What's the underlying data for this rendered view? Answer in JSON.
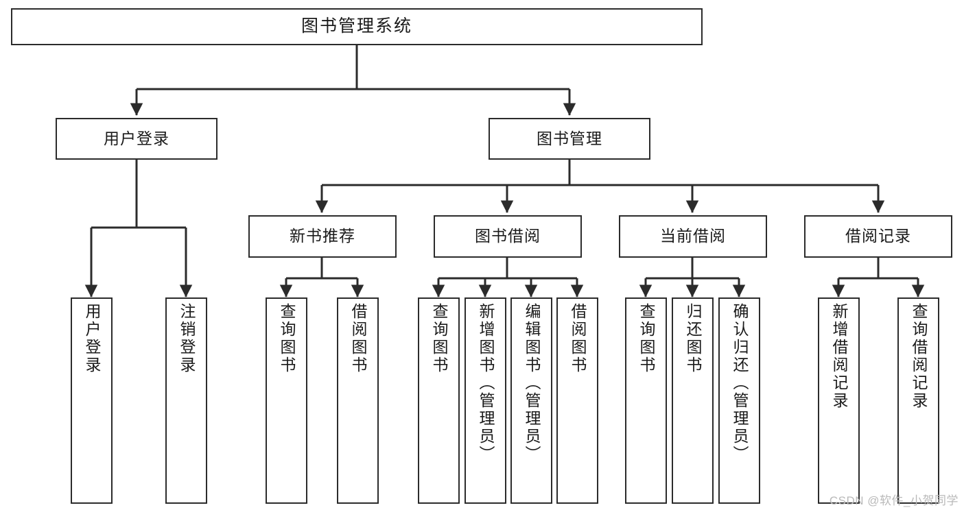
{
  "diagram": {
    "title": "图书管理系统",
    "type": "tree-hierarchy-chart",
    "colors": {
      "box_border": "#2b2b2b",
      "box_fill": "#ffffff",
      "edge": "#2b2b2b",
      "text": "#1a1a1a",
      "watermark": "#b9b9b9",
      "background": "#ffffff"
    }
  },
  "nodes": {
    "root": {
      "label": "图书管理系统"
    },
    "level2": [
      {
        "id": "user-login",
        "label": "用户登录"
      },
      {
        "id": "book-manage",
        "label": "图书管理"
      }
    ],
    "level3": [
      {
        "id": "new-book-recommend",
        "label": "新书推荐"
      },
      {
        "id": "book-borrow",
        "label": "图书借阅"
      },
      {
        "id": "current-borrow",
        "label": "当前借阅"
      },
      {
        "id": "borrow-record",
        "label": "借阅记录"
      }
    ],
    "leaves": {
      "user_login": [
        {
          "id": "leaf-user-login",
          "label": "用户登录"
        },
        {
          "id": "leaf-logout-login",
          "label": "注销登录"
        }
      ],
      "new_book_recommend": [
        {
          "id": "leaf-query-book-1",
          "label": "查询图书"
        },
        {
          "id": "leaf-borrow-book-1",
          "label": "借阅图书"
        }
      ],
      "book_borrow": [
        {
          "id": "leaf-query-book-2",
          "label": "查询图书"
        },
        {
          "id": "leaf-add-book-admin",
          "label": "新增图书（管理员）"
        },
        {
          "id": "leaf-edit-book-admin",
          "label": "编辑图书（管理员）"
        },
        {
          "id": "leaf-borrow-book-2",
          "label": "借阅图书"
        }
      ],
      "current_borrow": [
        {
          "id": "leaf-query-book-3",
          "label": "查询图书"
        },
        {
          "id": "leaf-return-book",
          "label": "归还图书"
        },
        {
          "id": "leaf-confirm-return-admin",
          "label": "确认归还（管理员）"
        }
      ],
      "borrow_record": [
        {
          "id": "leaf-add-borrow-record",
          "label": "新增借阅记录"
        },
        {
          "id": "leaf-query-borrow-record",
          "label": "查询借阅记录"
        }
      ]
    }
  },
  "watermark": {
    "text": "CSDN @软件_小贺同学"
  }
}
